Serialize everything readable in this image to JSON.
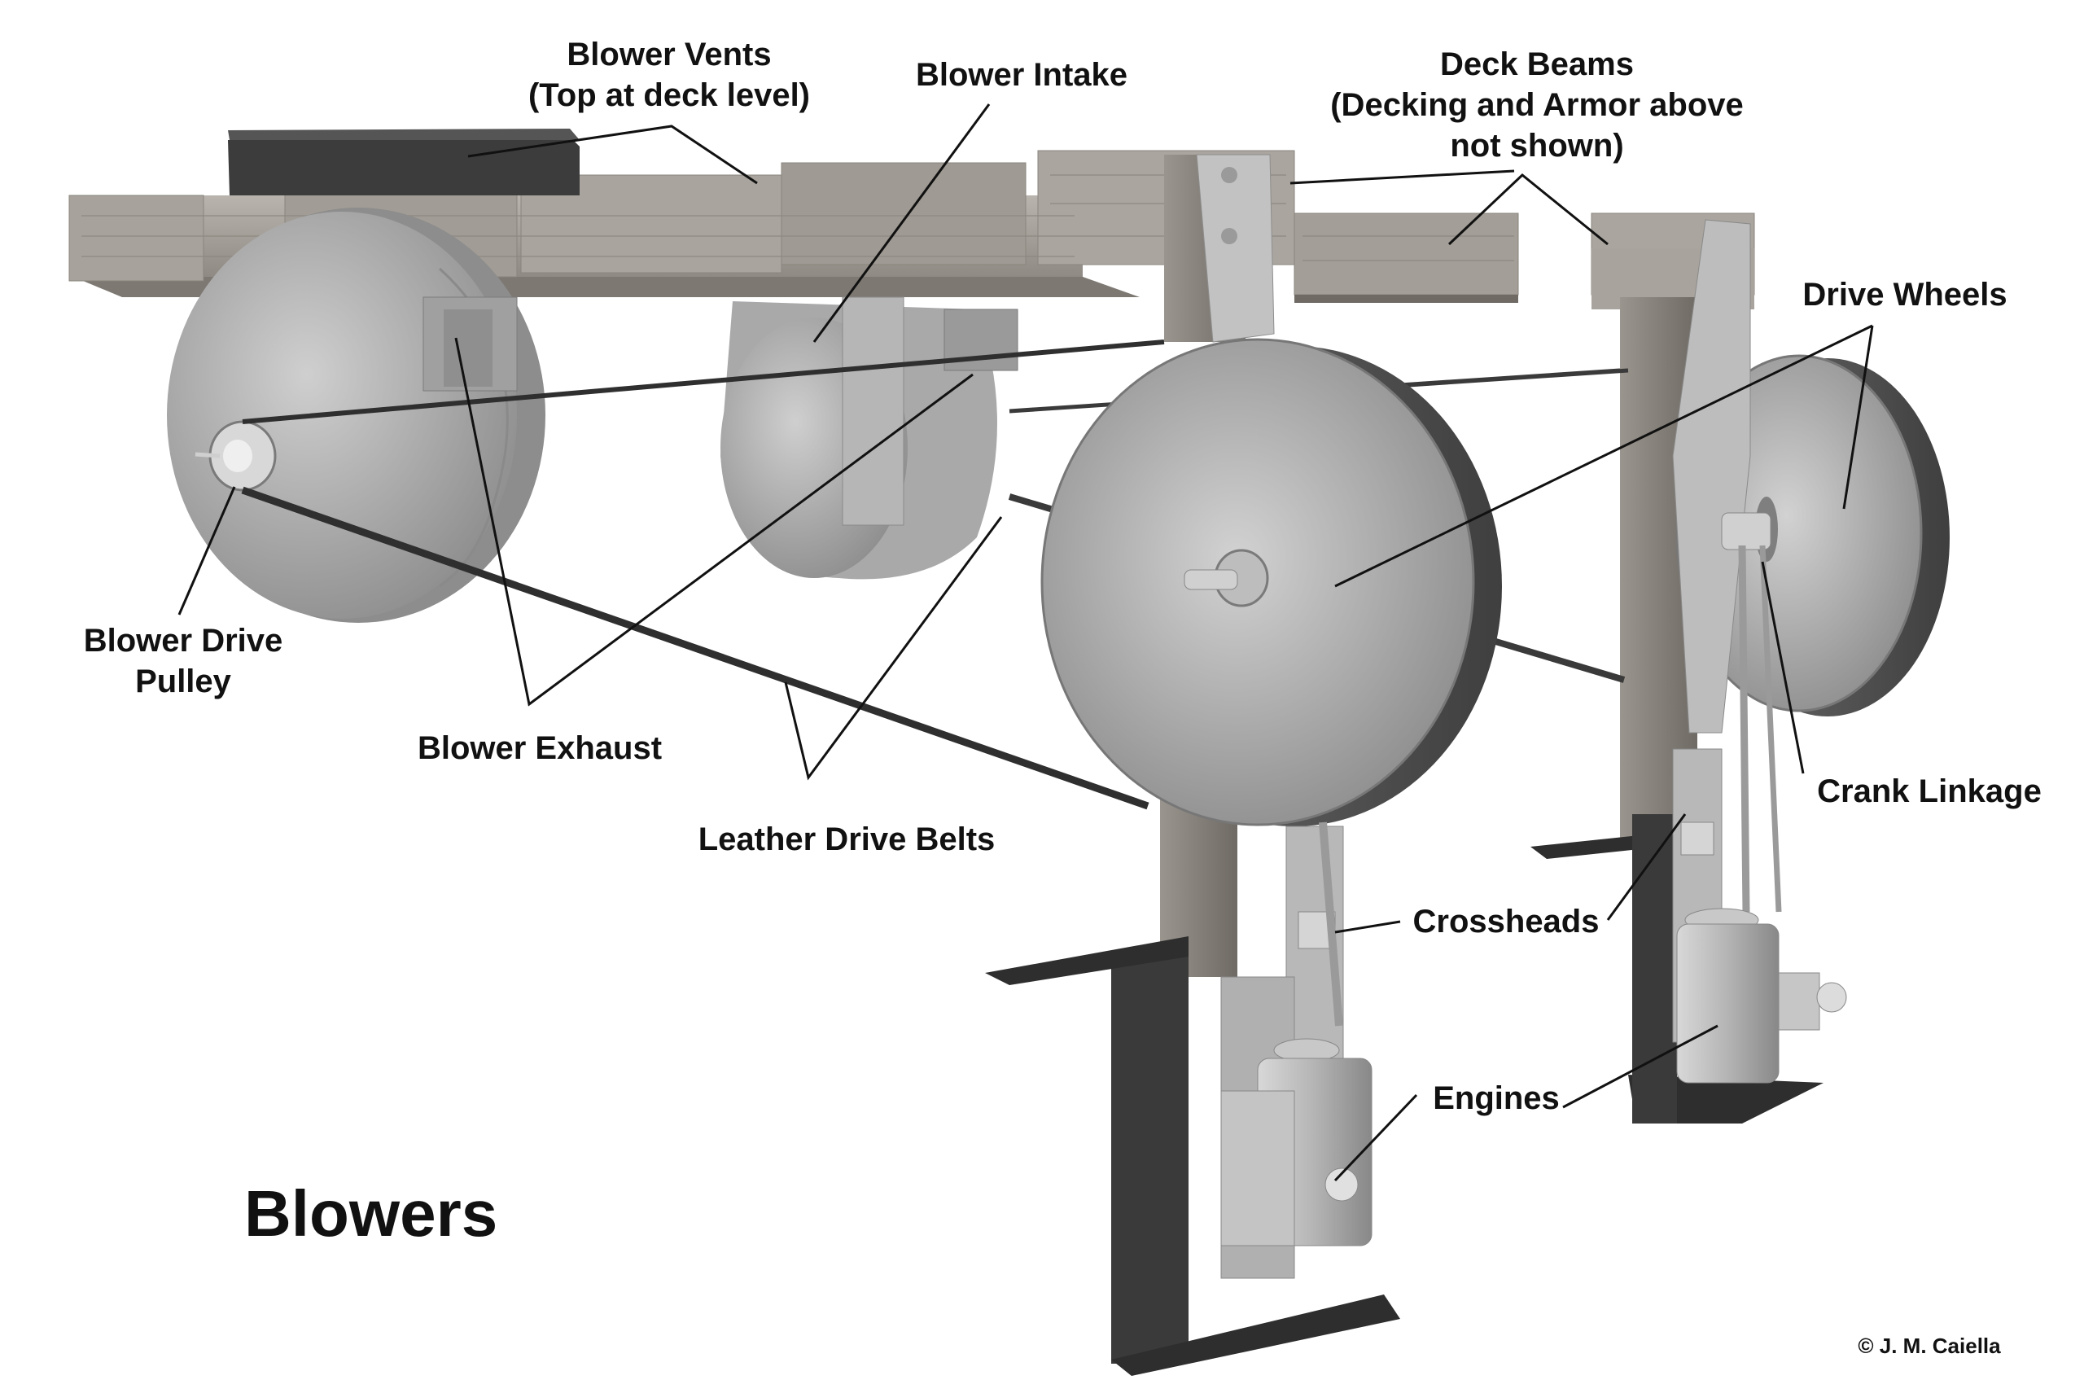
{
  "title": "Blowers",
  "credit": "© J. M. Caiella",
  "labels": {
    "blower_vents": [
      "Blower Vents",
      "(Top at deck level)"
    ],
    "blower_intake": [
      "Blower Intake"
    ],
    "deck_beams": [
      "Deck Beams",
      "(Decking and Armor above",
      "not shown)"
    ],
    "drive_wheels": [
      "Drive Wheels"
    ],
    "blower_drive_pulley": [
      "Blower Drive",
      "Pulley"
    ],
    "blower_exhaust": [
      "Blower Exhaust"
    ],
    "leather_drive_belts": [
      "Leather Drive Belts"
    ],
    "crank_linkage": [
      "Crank Linkage"
    ],
    "crossheads": [
      "Crossheads"
    ],
    "engines": [
      "Engines"
    ]
  },
  "colors": {
    "wood_light": "#a8a39c",
    "wood_dark": "#7d7872",
    "metal_light": "#c9c9c9",
    "metal_mid": "#9c9c9c",
    "metal_dark": "#5e5e5e",
    "plate": "#3a3a3a",
    "belt": "#2f2f2f"
  }
}
